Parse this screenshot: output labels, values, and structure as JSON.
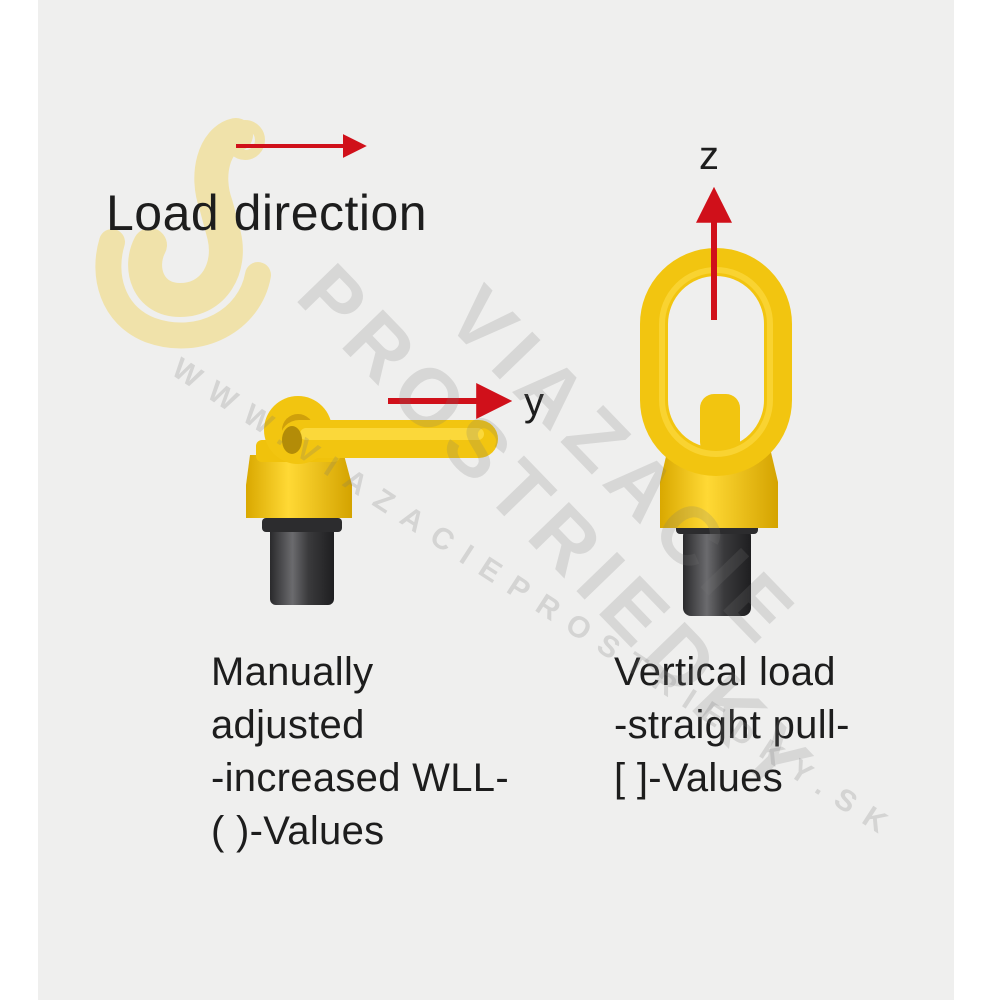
{
  "title": "Load direction",
  "axes": {
    "y": "y",
    "z": "z"
  },
  "captions": {
    "left": [
      "Manually",
      "adjusted",
      "-increased WLL-",
      "( )-Values"
    ],
    "right": [
      "Vertical load",
      "-straight pull-",
      "[ ]-Values"
    ]
  },
  "watermark": {
    "lines": [
      "VIAZACIE",
      "PROSTRIEDKY"
    ],
    "url": "WWW.VIAZACIEPROSTRIEDKY.SK"
  },
  "colors": {
    "background": "#efefee",
    "arrow": "#d0101a",
    "yellow": "#f2c510",
    "steel": "#3a3a3c",
    "text": "#1d1d1d"
  },
  "icons": {
    "logo": "hook-logo-icon",
    "left_product": "swivel-hoist-ring-sideways-icon",
    "right_product": "swivel-hoist-ring-vertical-icon"
  }
}
